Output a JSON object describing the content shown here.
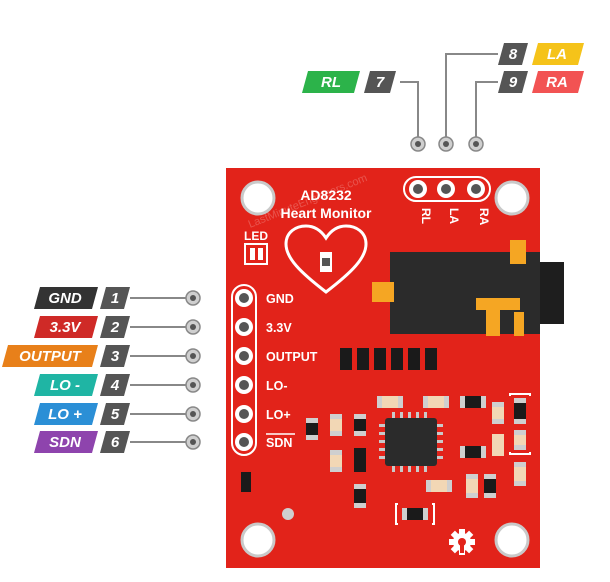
{
  "board": {
    "title_line1": "AD8232",
    "title_line2": "Heart Monitor",
    "led_label": "LED",
    "watermark": "LastMinuteEngineers.com",
    "colors": {
      "pcb": "#e2231a",
      "pad": "#ffffff",
      "jack": "#2b2b2b",
      "contact": "#f5a623"
    }
  },
  "left_pins": [
    {
      "name": "GND",
      "number": "1",
      "board_label": "GND",
      "color": "#333333"
    },
    {
      "name": "3.3V",
      "number": "2",
      "board_label": "3.3V",
      "color": "#cf2a27"
    },
    {
      "name": "OUTPUT",
      "number": "3",
      "board_label": "OUTPUT",
      "color": "#e8801a"
    },
    {
      "name": "LO -",
      "number": "4",
      "board_label": "LO-",
      "color": "#1fb5a4"
    },
    {
      "name": "LO +",
      "number": "5",
      "board_label": "LO+",
      "color": "#2b8fd6"
    },
    {
      "name": "SDN",
      "number": "6",
      "board_label": "SDN",
      "color": "#8e44ad"
    }
  ],
  "top_pins": [
    {
      "name": "RL",
      "number": "7",
      "board_label": "RL",
      "color": "#2cb34a"
    },
    {
      "name": "LA",
      "number": "8",
      "board_label": "LA",
      "color": "#f5c31a"
    },
    {
      "name": "RA",
      "number": "9",
      "board_label": "RA",
      "color": "#f25353"
    }
  ],
  "number_box_color": "#555555"
}
